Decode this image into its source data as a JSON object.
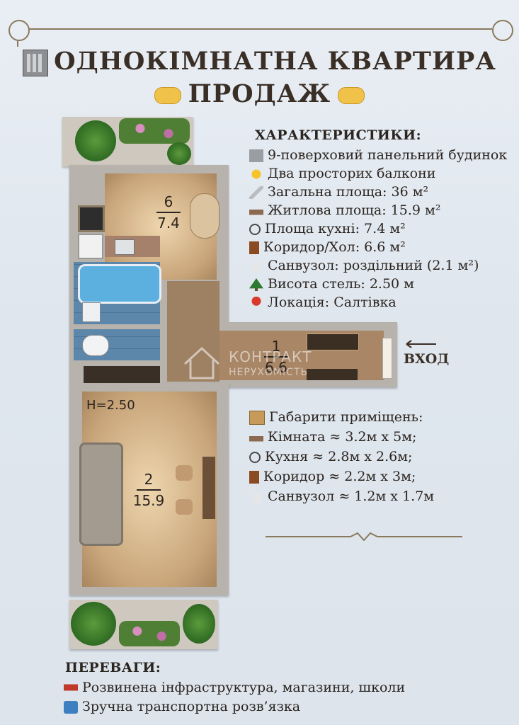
{
  "header": {
    "title": "ОДНОКІМНАТНА КВАРТИРА",
    "subtitle": "ПРОДАЖ"
  },
  "specs": {
    "heading": "ХАРАКТЕРИСТИКИ:",
    "items": [
      {
        "icon": "building-icon",
        "text": "9-поверховий панельний будинок"
      },
      {
        "icon": "sun-icon",
        "text": "Два просторих балкони"
      },
      {
        "icon": "ruler-icon",
        "text": "Загальна площа: 36 м²"
      },
      {
        "icon": "bed-icon",
        "text": "Житлова площа: 15.9 м²"
      },
      {
        "icon": "magnifier-icon",
        "text": "Площа кухні: 7.4 м²"
      },
      {
        "icon": "door-icon",
        "text": "Коридор/Хол: 6.6 м²"
      },
      {
        "icon": "toilet-icon",
        "text": "Санвузол: роздільний (2.1 м²)"
      },
      {
        "icon": "tree-icon",
        "text": "Висота стель: 2.50 м"
      },
      {
        "icon": "pin-icon",
        "text": "Локація: Салтівка"
      }
    ]
  },
  "floorplan": {
    "kitchen_number": "6",
    "kitchen_area": "7.4",
    "corridor_number": "1",
    "corridor_area": "6.6",
    "room_number": "2",
    "room_area": "15.9",
    "ceiling_height": "H=2.50",
    "entrance_label": "ВХОД",
    "watermark_line1": "КОНТРАКТ",
    "watermark_line2": "НЕРУХОМІСТЬ"
  },
  "dimensions": {
    "heading": "Габарити приміщень:",
    "items": [
      {
        "icon": "bed-icon",
        "text": "Кімната ≈ 3.2м х 5м;"
      },
      {
        "icon": "magnifier-icon",
        "text": "Кухня ≈ 2.8м х 2.6м;"
      },
      {
        "icon": "door-icon",
        "text": "Коридор ≈ 2.2м х 3м;"
      },
      {
        "icon": "toilet-icon",
        "text": "Санвузол ≈ 1.2м х 1.7м"
      }
    ]
  },
  "advantages": {
    "heading": "ПЕРЕВАГИ:",
    "items": [
      {
        "icon": "cart-icon",
        "text": "Розвинена інфраструктура, магазини, школи"
      },
      {
        "icon": "bus-icon",
        "text": "Зручна транспортна розв’язка"
      }
    ]
  },
  "colors": {
    "background": "#e4eaf1",
    "text": "#2b2520",
    "frame": "#8a7a5c",
    "wood_floor": "#d9b98c",
    "tile_floor": "#5c87ab"
  }
}
